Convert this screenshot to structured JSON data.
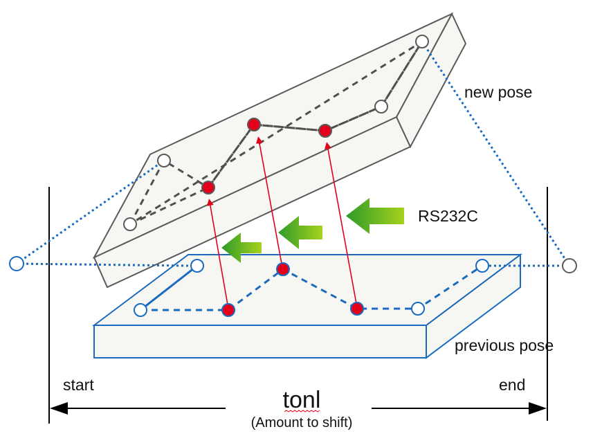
{
  "labels": {
    "new_pose": "new pose",
    "previous_pose": "previous pose",
    "interface": "RS232C",
    "start": "start",
    "end": "end",
    "shift_name": "tonl",
    "shift_caption": "(Amount to shift)"
  },
  "colors": {
    "new_plate_edge": "#5a5a5a",
    "prev_plate_edge": "#1a6bbf",
    "plate_fill": "#f6f6f2",
    "path_gray": "#505050",
    "path_blue": "#1a6bbf",
    "marker_red": "#e3001b",
    "arrow_red": "#e3001b",
    "arrow_green_dark": "#2f9a2a",
    "arrow_green_light": "#a6d21c",
    "dimension_line": "#000000"
  }
}
